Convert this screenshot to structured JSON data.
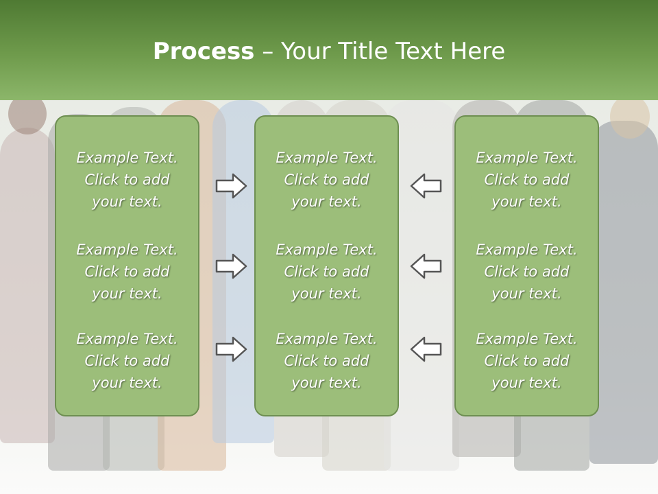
{
  "slide": {
    "title_bold": "Process",
    "title_rest": " – Your Title Text Here"
  },
  "columns": [
    {
      "items": [
        {
          "line1": "Example Text.",
          "line2": "Click  to add",
          "line3": "your text."
        },
        {
          "line1": "Example Text.",
          "line2": "Click  to add",
          "line3": "your text."
        },
        {
          "line1": "Example Text.",
          "line2": "Click  to add",
          "line3": "your text."
        }
      ]
    },
    {
      "items": [
        {
          "line1": "Example Text.",
          "line2": "Click  to add",
          "line3": "your text."
        },
        {
          "line1": "Example Text.",
          "line2": "Click  to add",
          "line3": "your text."
        },
        {
          "line1": "Example Text.",
          "line2": "Click  to add",
          "line3": "your text."
        }
      ]
    },
    {
      "items": [
        {
          "line1": "Example Text.",
          "line2": "Click  to add",
          "line3": "your text."
        },
        {
          "line1": "Example Text.",
          "line2": "Click  to add",
          "line3": "your text."
        },
        {
          "line1": "Example Text.",
          "line2": "Click  to add",
          "line3": "your text."
        }
      ]
    }
  ],
  "arrows": {
    "left_group": "arrow-right-icon",
    "right_group": "arrow-left-icon"
  },
  "colors": {
    "header": "#6f9b4c",
    "panel": "#9cbe7a",
    "panel_border": "#6e8f52",
    "arrow_fill": "#ffffff",
    "arrow_stroke": "#555555"
  }
}
